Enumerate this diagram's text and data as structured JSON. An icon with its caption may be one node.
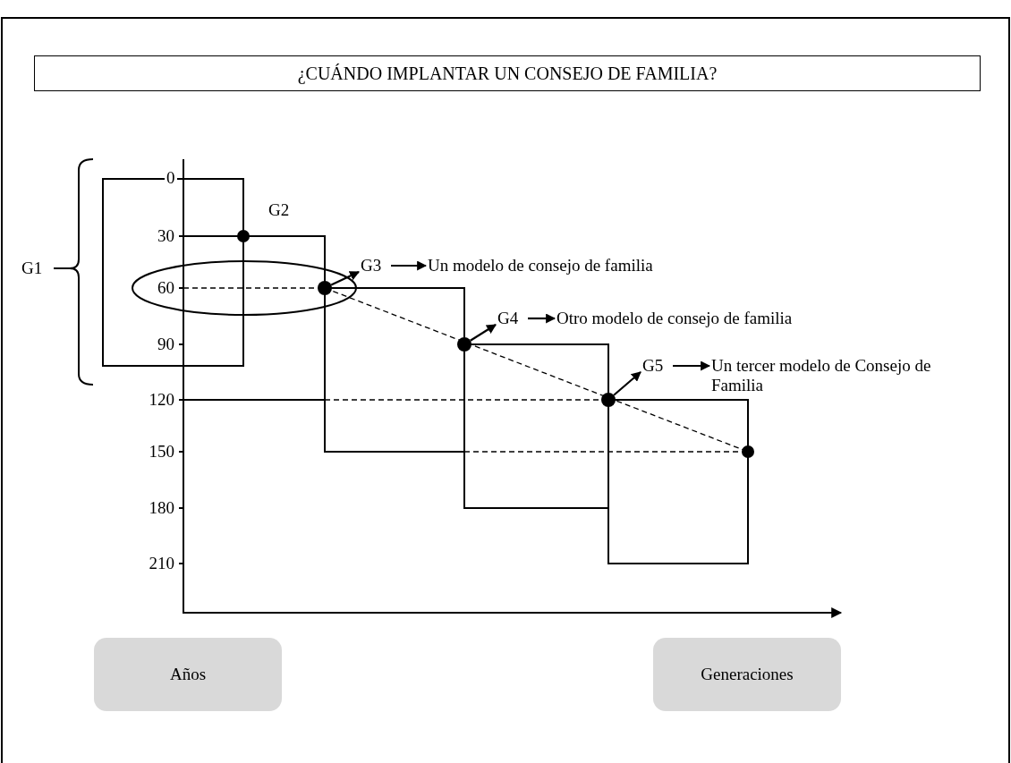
{
  "diagram": {
    "title": "¿CUÁNDO IMPLANTAR UN CONSEJO DE FAMILIA?",
    "nodes": [
      {
        "text": [
          "Años"
        ]
      },
      {
        "text": [
          "Generaciones"
        ]
      },
      {
        "text": [],
        "shape": "circle"
      },
      {
        "text": [
          "G3"
        ]
      },
      {
        "text": [
          "Un modelo de consejo de familia"
        ]
      },
      {
        "text": [],
        "shape": "circle"
      },
      {
        "text": [
          "G4"
        ]
      },
      {
        "text": [
          "Otro modelo de consejo de familia"
        ]
      },
      {
        "text": [],
        "shape": "circle"
      },
      {
        "text": [
          "G5"
        ]
      },
      {
        "text": [
          "Un tercer modelo de Consejo de Familia"
        ]
      }
    ],
    "edges": [
      {
        "from": 2,
        "to": 3,
        "arrow": "to"
      },
      {
        "from": 3,
        "to": 4,
        "arrow": "to"
      },
      {
        "from": 5,
        "to": 6,
        "arrow": "to"
      },
      {
        "from": 6,
        "to": 7,
        "arrow": "to"
      },
      {
        "from": 8,
        "to": 9,
        "arrow": "to"
      },
      {
        "from": 9,
        "to": 10,
        "arrow": "to"
      }
    ],
    "labels": [
      "0",
      "G2",
      "30",
      "G1",
      "60",
      "90",
      "120",
      "150",
      "180",
      "210"
    ]
  }
}
